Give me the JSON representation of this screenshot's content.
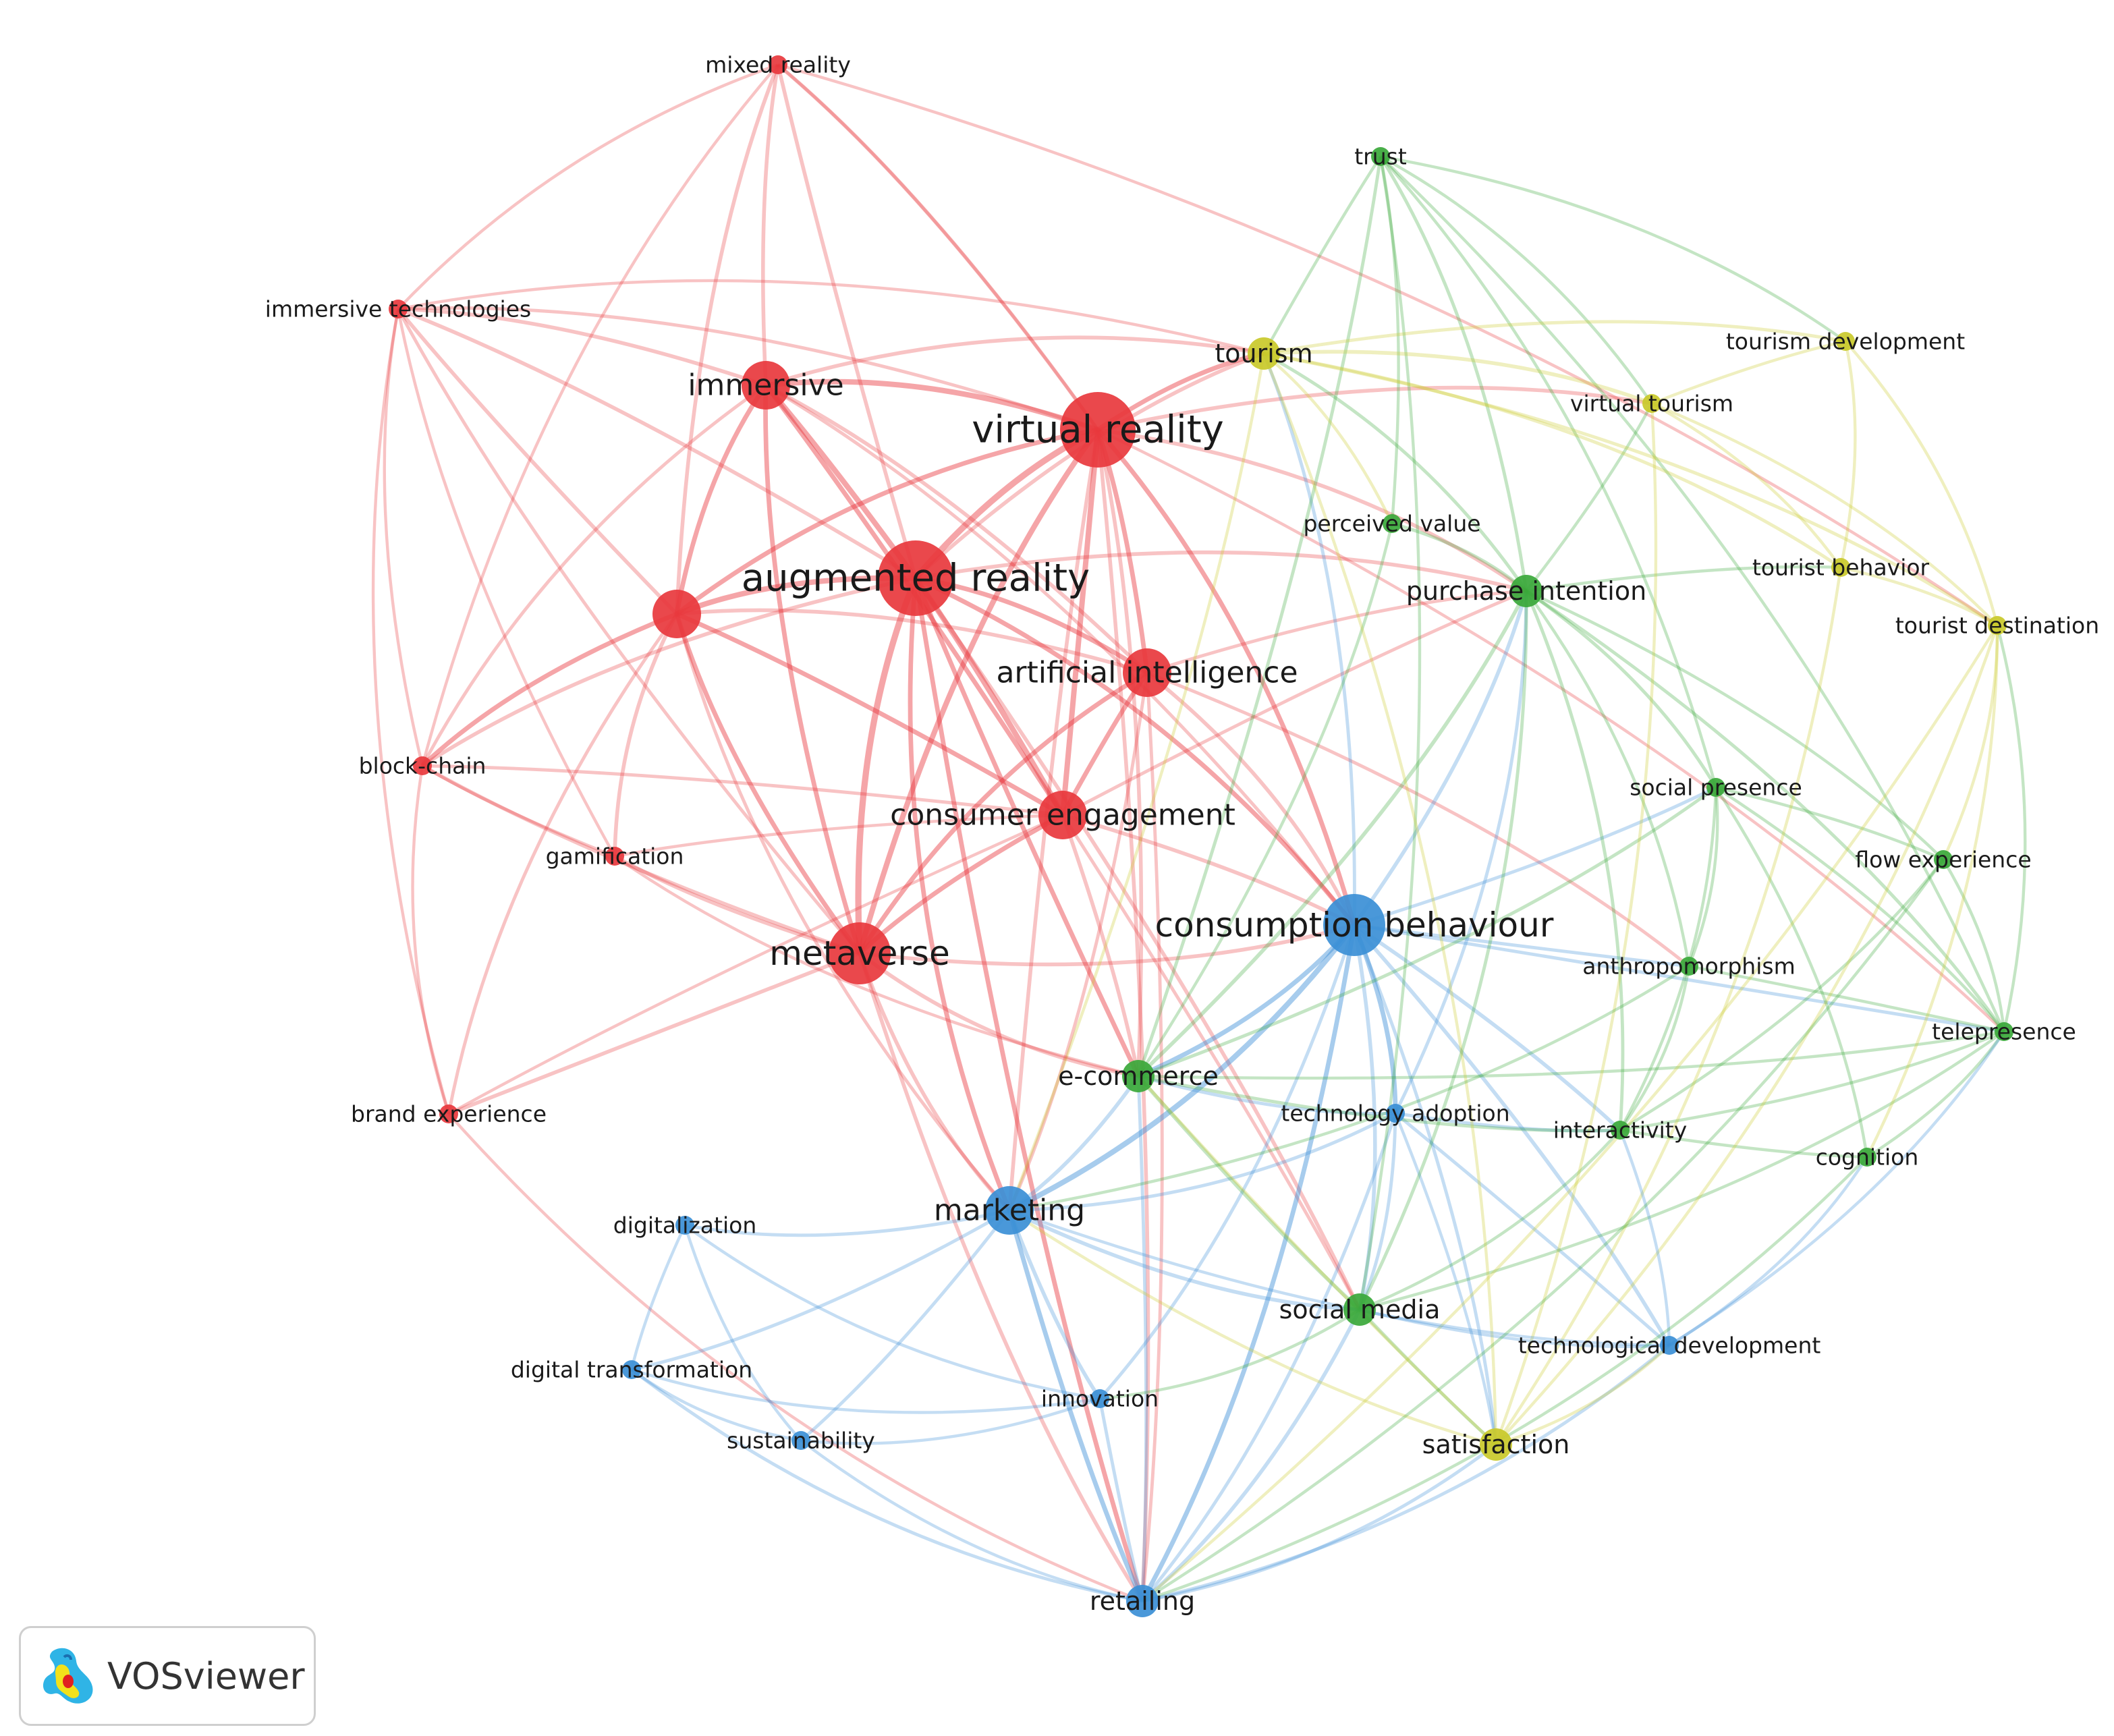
{
  "app_logo": {
    "name": "VOSviewer",
    "icon": "vosviewer-logo-icon"
  },
  "clusters": {
    "red": "#e8383d",
    "green": "#3aa83a",
    "blue": "#3b8fd6",
    "yellow": "#c9c92a"
  },
  "nodes": [
    {
      "id": "mixed_reality",
      "label": "mixed reality",
      "cluster": "red",
      "weight": 1
    },
    {
      "id": "immersive_technologies",
      "label": "immersive technologies",
      "cluster": "red",
      "weight": 1
    },
    {
      "id": "immersive",
      "label": "immersive",
      "cluster": "red",
      "weight": 3
    },
    {
      "id": "virtual_reality",
      "label": "virtual reality",
      "cluster": "red",
      "weight": 5
    },
    {
      "id": "augmented_reality",
      "label": "augmented reality",
      "cluster": "red",
      "weight": 5
    },
    {
      "id": "unlabeled_red",
      "label": "",
      "cluster": "red",
      "weight": 3
    },
    {
      "id": "artificial_intelligence",
      "label": "artificial intelligence",
      "cluster": "red",
      "weight": 3
    },
    {
      "id": "block_chain",
      "label": "block-chain",
      "cluster": "red",
      "weight": 1
    },
    {
      "id": "gamification",
      "label": "gamification",
      "cluster": "red",
      "weight": 1
    },
    {
      "id": "consumer_engagement",
      "label": "consumer engagement",
      "cluster": "red",
      "weight": 3
    },
    {
      "id": "metaverse",
      "label": "metaverse",
      "cluster": "red",
      "weight": 4
    },
    {
      "id": "brand_experience",
      "label": "brand experience",
      "cluster": "red",
      "weight": 1
    },
    {
      "id": "trust",
      "label": "trust",
      "cluster": "green",
      "weight": 1
    },
    {
      "id": "perceived_value",
      "label": "perceived value",
      "cluster": "green",
      "weight": 1
    },
    {
      "id": "purchase_intention",
      "label": "purchase intention",
      "cluster": "green",
      "weight": 2
    },
    {
      "id": "social_presence",
      "label": "social presence",
      "cluster": "green",
      "weight": 1
    },
    {
      "id": "flow_experience",
      "label": "flow experience",
      "cluster": "green",
      "weight": 1
    },
    {
      "id": "anthropomorphism",
      "label": "anthropomorphism",
      "cluster": "green",
      "weight": 1
    },
    {
      "id": "telepresence",
      "label": "telepresence",
      "cluster": "green",
      "weight": 1
    },
    {
      "id": "e_commerce",
      "label": "e-commerce",
      "cluster": "green",
      "weight": 2
    },
    {
      "id": "interactivity",
      "label": "interactivity",
      "cluster": "green",
      "weight": 1
    },
    {
      "id": "cognition",
      "label": "cognition",
      "cluster": "green",
      "weight": 1
    },
    {
      "id": "social_media",
      "label": "social media",
      "cluster": "green",
      "weight": 2
    },
    {
      "id": "tourism",
      "label": "tourism",
      "cluster": "yellow",
      "weight": 2
    },
    {
      "id": "tourism_development",
      "label": "tourism development",
      "cluster": "yellow",
      "weight": 1
    },
    {
      "id": "virtual_tourism",
      "label": "virtual tourism",
      "cluster": "yellow",
      "weight": 1
    },
    {
      "id": "tourist_behavior",
      "label": "tourist behavior",
      "cluster": "yellow",
      "weight": 1
    },
    {
      "id": "tourist_destination",
      "label": "tourist destination",
      "cluster": "yellow",
      "weight": 1
    },
    {
      "id": "satisfaction",
      "label": "satisfaction",
      "cluster": "yellow",
      "weight": 2
    },
    {
      "id": "consumption_behaviour",
      "label": "consumption behaviour",
      "cluster": "blue",
      "weight": 4
    },
    {
      "id": "technology_adoption",
      "label": "technology adoption",
      "cluster": "blue",
      "weight": 1
    },
    {
      "id": "marketing",
      "label": "marketing",
      "cluster": "blue",
      "weight": 3
    },
    {
      "id": "digitalization",
      "label": "digitalization",
      "cluster": "blue",
      "weight": 1
    },
    {
      "id": "digital_transformation",
      "label": "digital transformation",
      "cluster": "blue",
      "weight": 1
    },
    {
      "id": "innovation",
      "label": "innovation",
      "cluster": "blue",
      "weight": 1
    },
    {
      "id": "sustainability",
      "label": "sustainability",
      "cluster": "blue",
      "weight": 1
    },
    {
      "id": "technological_development",
      "label": "technological development",
      "cluster": "blue",
      "weight": 1
    },
    {
      "id": "retailing",
      "label": "retailing",
      "cluster": "blue",
      "weight": 2
    }
  ]
}
